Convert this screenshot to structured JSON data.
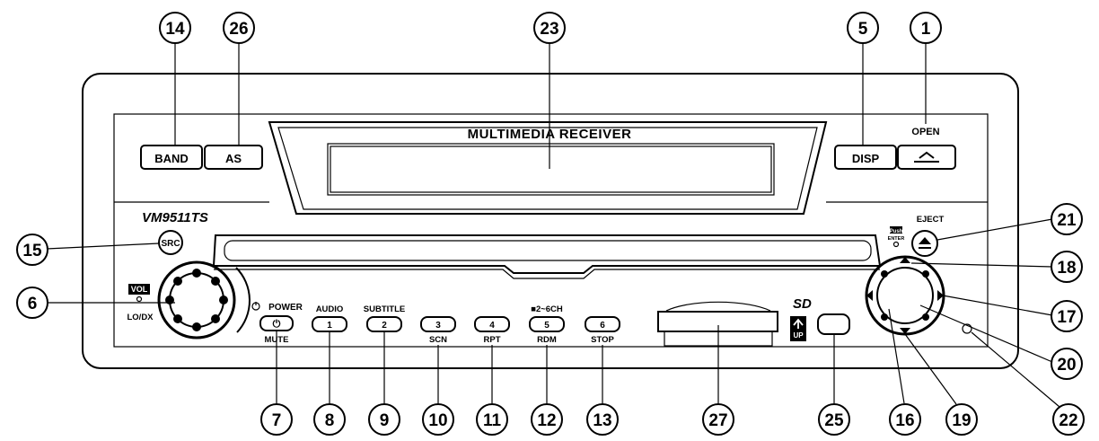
{
  "panel": {
    "title": "MULTIMEDIA RECEIVER",
    "model": "VM9511TS",
    "open_label": "OPEN",
    "eject_label": "EJECT",
    "push_label": "Push",
    "enter_label": "ENTER",
    "vol_label": "VOL",
    "lodx_label": "LO/DX",
    "power_label": "POWER",
    "mute_label": "MUTE",
    "ch_label": "■2~6CH"
  },
  "buttons": {
    "band": "BAND",
    "as": "AS",
    "disp": "DISP",
    "src": "SRC",
    "power": "⏻",
    "b1": "1",
    "b2": "2",
    "b3": "3",
    "b4": "4",
    "b5": "5",
    "b6": "6"
  },
  "button_top_labels": {
    "b1": "AUDIO",
    "b2": "SUBTITLE"
  },
  "button_bottom_labels": {
    "b3": "SCN",
    "b4": "RPT",
    "b5": "RDM",
    "b6": "STOP"
  },
  "sd": {
    "logo": "SD",
    "up_label": "UP"
  },
  "callouts": {
    "c14": "14",
    "c26": "26",
    "c23": "23",
    "c5": "5",
    "c1": "1",
    "c15": "15",
    "c6": "6",
    "c21": "21",
    "c18": "18",
    "c17": "17",
    "c20": "20",
    "c22": "22",
    "c7": "7",
    "c8": "8",
    "c9": "9",
    "c10": "10",
    "c11": "11",
    "c12": "12",
    "c13": "13",
    "c27": "27",
    "c25": "25",
    "c16": "16",
    "c19": "19"
  }
}
